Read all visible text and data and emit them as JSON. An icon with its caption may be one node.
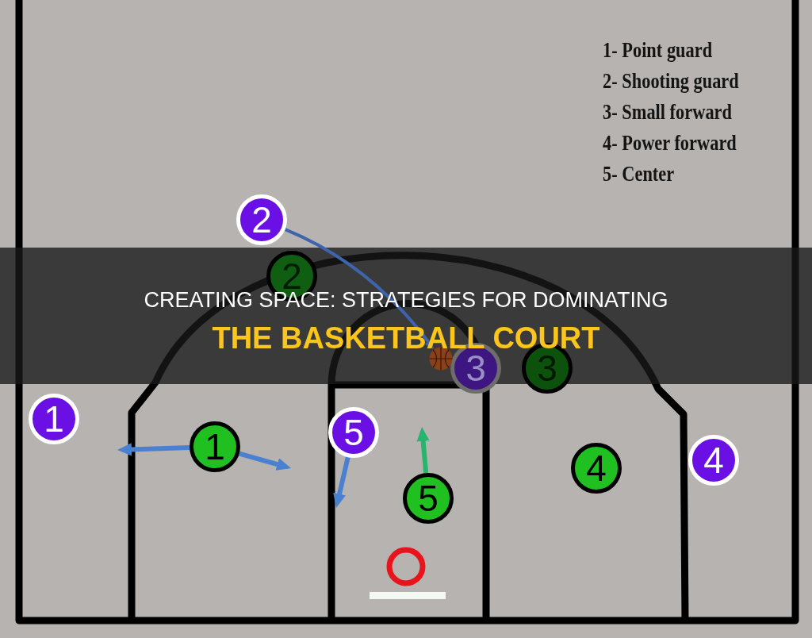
{
  "diagram": {
    "title": "CREATING SPACE: STRATEGIES FOR DOMINATING THE BASKETBALL COURT",
    "nodes": [
      {
        "text": [
          "2"
        ]
      },
      {
        "text": [
          "2"
        ]
      },
      {
        "text": [
          "3"
        ]
      },
      {
        "text": [],
        "shape": "circle"
      },
      {
        "text": [
          "3"
        ]
      },
      {
        "text": [
          "1"
        ]
      },
      {
        "text": [
          "5"
        ]
      },
      {
        "text": [
          "1"
        ]
      },
      {
        "text": [
          "4"
        ]
      },
      {
        "text": [
          "4"
        ]
      },
      {
        "text": [
          "5"
        ]
      }
    ],
    "edges": [
      {
        "from": 0,
        "to": 3,
        "arrow": "to",
        "color": "#3d64ac"
      },
      {
        "from": 7,
        "to": null,
        "arrow": "to"
      },
      {
        "from": 7,
        "to": null,
        "arrow": "to"
      },
      {
        "from": 6,
        "to": null,
        "arrow": "to"
      },
      {
        "from": 10,
        "to": null,
        "arrow": "to",
        "color": "#27b56e"
      }
    ],
    "labels": [
      "1- Point guard",
      "2- Shooting guard",
      "3- Small forward",
      "4- Power forward",
      "5- Center"
    ]
  }
}
